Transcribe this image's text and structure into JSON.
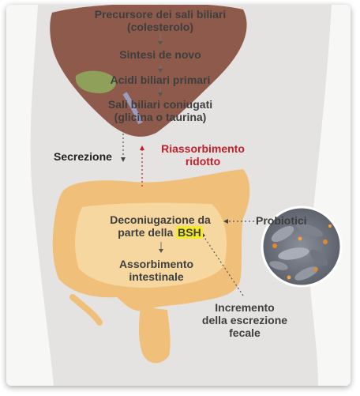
{
  "steps": {
    "precursor_line1": "Precursore dei sali biliari",
    "precursor_line2": "(colesterolo)",
    "synthesis": "Sintesi de novo",
    "primary_acids": "Acidi biliari primari",
    "conjugated_line1": "Sali biliari coniugati",
    "conjugated_line2": "(glicina o taurina)"
  },
  "secretion": "Secrezione",
  "reabsorption_line1": "Riassorbimento",
  "reabsorption_line2": "ridotto",
  "deconjugation_line1": "Deconiugazione da",
  "deconjugation_line2_prefix": "parte della",
  "deconjugation_bsh": "BSH",
  "absorption_line1": "Assorbimento",
  "absorption_line2": "intestinale",
  "probiotics": "Probiotici",
  "fecal_line1": "Incremento",
  "fecal_line2": "della escrezione",
  "fecal_line3": "fecale",
  "colors": {
    "liver": "#8e5a4c",
    "intestine": "#f0c07a",
    "reabsorption_red": "#c0202a",
    "bsh_highlight": "#f3ea2e"
  }
}
